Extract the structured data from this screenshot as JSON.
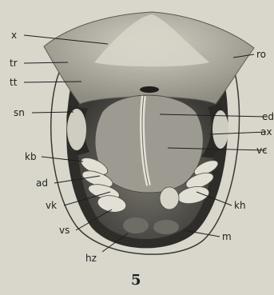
{
  "figure": {
    "number": "5",
    "labels": {
      "x": "x",
      "tr": "tr",
      "tt": "tt",
      "sn": "sn",
      "kb": "kb",
      "ad": "ad",
      "vk": "vk",
      "vs": "vs",
      "hz": "hz",
      "ro": "ro",
      "ed": "ed",
      "ax": "ax",
      "vc": "vc",
      "kh": "kh",
      "m": "m"
    }
  }
}
